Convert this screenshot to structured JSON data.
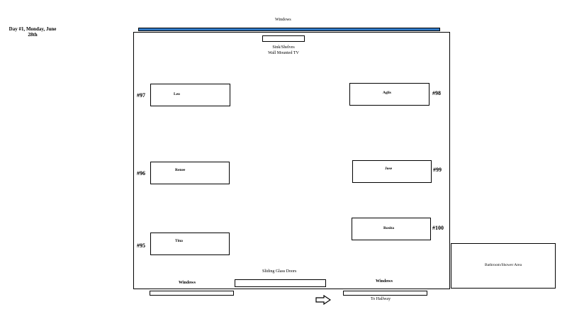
{
  "day_title": "Day #1, Monday, June 28th",
  "labels": {
    "windows_top": "Windows",
    "sink_tv": "Sink/Shelves\nWall Mounted TV",
    "sliding_doors": "Sliding Glass Doors",
    "windows_bottom_left": "Windows",
    "windows_bottom_right": "Windows",
    "to_hallway": "To Hallway",
    "bathroom": "Bathroom/Shower Area"
  },
  "beds": [
    {
      "number": "#97",
      "name": "Leo"
    },
    {
      "number": "#96",
      "name": "Renee"
    },
    {
      "number": "#95",
      "name": "Tina"
    },
    {
      "number": "#98",
      "name": "Aglis"
    },
    {
      "number": "#99",
      "name": "Jose"
    },
    {
      "number": "#100",
      "name": "Rosita"
    }
  ],
  "colors": {
    "window_blue": "#2f78c4",
    "line": "#000000"
  },
  "icons": {
    "hallway_arrow": "arrow-right-icon"
  }
}
